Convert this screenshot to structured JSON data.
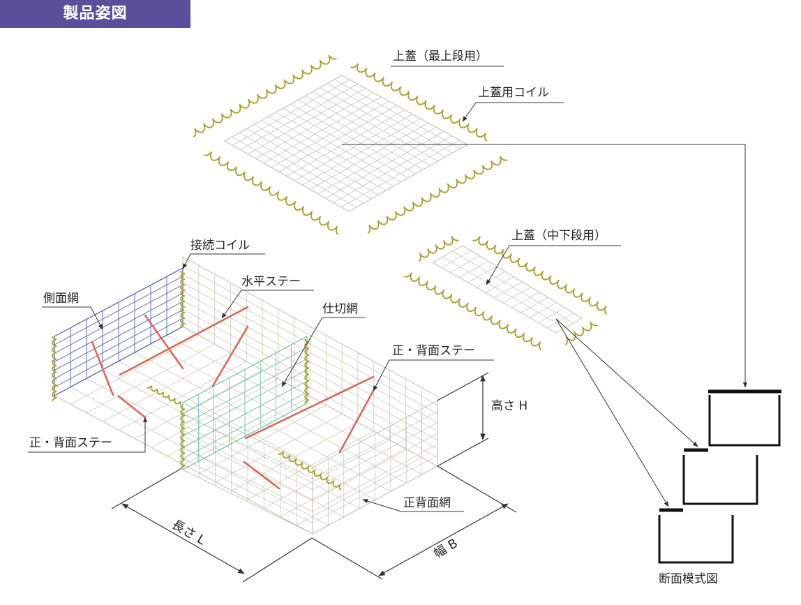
{
  "header": {
    "title": "製品姿図"
  },
  "labels": {
    "top_lid": "上蓋（最上段用）",
    "top_lid_coil": "上蓋用コイル",
    "mid_lid": "上蓋（中下段用）",
    "joint_coil": "接続コイル",
    "horizontal_stay": "水平ステー",
    "side_mesh": "側面網",
    "partition_mesh": "仕切網",
    "front_back_stay_right": "正・背面ステー",
    "front_back_stay_left": "正・背面ステー",
    "height": "高さ H",
    "front_back_mesh": "正背面網",
    "length": "長さ L",
    "width": "幅 B",
    "section_diagram": "断面模式図"
  },
  "colors": {
    "header_bg": "#5b4f9c",
    "mesh": "#c9c9b4",
    "side_mesh": "#4b62c8",
    "partition_mesh": "#6fc1ad",
    "stay": "#d9685a",
    "coil": "#c4b94e",
    "leader": "#333333"
  }
}
